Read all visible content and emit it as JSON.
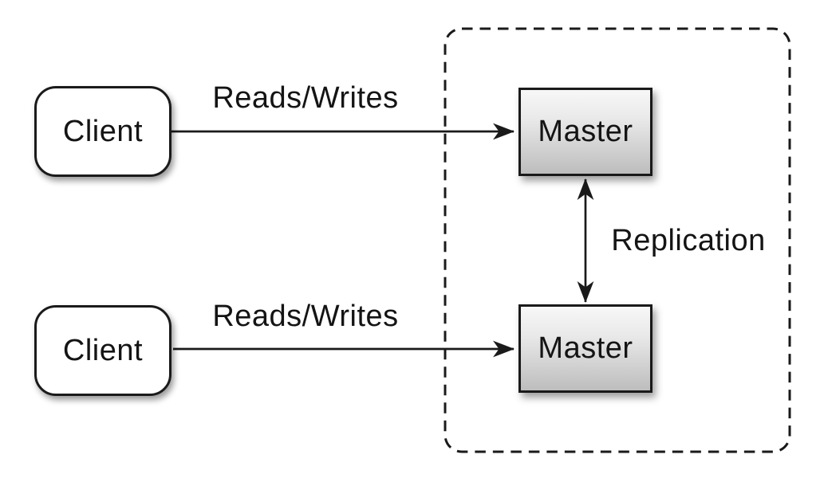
{
  "diagram": {
    "type": "architecture-diagram",
    "description": "Two clients reading/writing to two replicated master nodes",
    "nodes": [
      {
        "id": "client-top",
        "label": "Client",
        "shape": "rounded-rect",
        "fill": "#ffffff"
      },
      {
        "id": "client-bottom",
        "label": "Client",
        "shape": "rounded-rect",
        "fill": "#ffffff"
      },
      {
        "id": "master-top",
        "label": "Master",
        "shape": "rect",
        "fill": "gradient-gray"
      },
      {
        "id": "master-bottom",
        "label": "Master",
        "shape": "rect",
        "fill": "gradient-gray"
      }
    ],
    "edges": [
      {
        "id": "reads-writes-top",
        "label": "Reads/Writes",
        "from": "client-top",
        "to": "master-top",
        "style": "arrow"
      },
      {
        "id": "reads-writes-bottom",
        "label": "Reads/Writes",
        "from": "client-bottom",
        "to": "master-bottom",
        "style": "arrow"
      },
      {
        "id": "replication",
        "label": "Replication",
        "from": "master-top",
        "to": "master-bottom",
        "style": "double-arrow"
      }
    ],
    "group": {
      "id": "master-cluster-boundary",
      "style": "dashed-rounded-rect",
      "contains": [
        "master-top",
        "master-bottom"
      ]
    },
    "colors": {
      "background": "#ffffff",
      "stroke": "#1a1a1a",
      "master_gradient_top": "#f7f7f7",
      "master_gradient_bottom": "#bdbdbd",
      "client_fill": "#ffffff"
    }
  }
}
